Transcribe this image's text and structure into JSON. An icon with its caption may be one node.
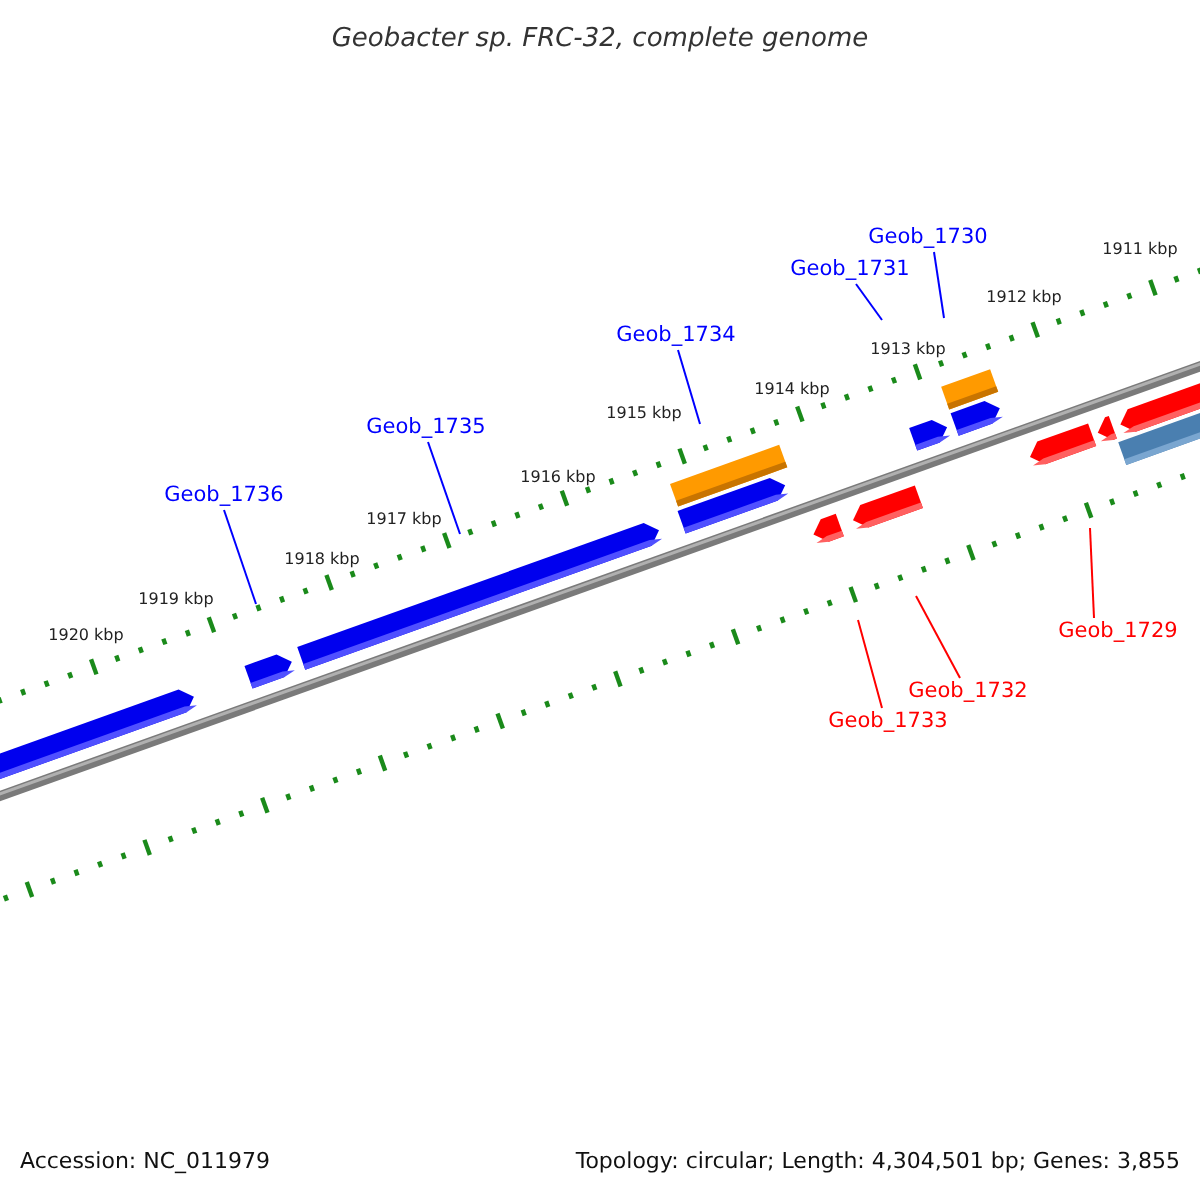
{
  "diagram": {
    "title": "Geobacter sp. FRC-32, complete genome",
    "nodes": [
      {
        "text": [
          "Geob_1730"
        ]
      },
      {
        "text": [
          "Geob_1731"
        ]
      },
      {
        "text": [
          "Geob_1734"
        ]
      },
      {
        "text": [
          "Geob_1735"
        ]
      },
      {
        "text": [
          "Geob_1736"
        ]
      },
      {
        "text": [
          "Geob_1729"
        ]
      },
      {
        "text": [
          "Geob_1732"
        ]
      },
      {
        "text": [
          "Geob_1733"
        ]
      }
    ],
    "edges": [
      {
        "from": 0,
        "to": null,
        "arrow": "none"
      },
      {
        "from": 1,
        "to": null,
        "arrow": "none"
      },
      {
        "from": 2,
        "to": null,
        "arrow": "none"
      },
      {
        "from": 3,
        "to": null,
        "arrow": "none"
      },
      {
        "from": 4,
        "to": null,
        "arrow": "none"
      },
      {
        "from": 5,
        "to": null,
        "arrow": "none",
        "color": "#ff0000"
      },
      {
        "from": 6,
        "to": null,
        "arrow": "none",
        "color": "#ff0000"
      },
      {
        "from": 7,
        "to": null,
        "arrow": "none",
        "color": "#ff0000"
      }
    ],
    "labels": [
      "1911 kbp",
      "1912 kbp",
      "1913 kbp",
      "1914 kbp",
      "1915 kbp",
      "1916 kbp",
      "1917 kbp",
      "1918 kbp",
      "1919 kbp",
      "1920 kbp",
      "Accession: NC_011979",
      "Topology: circular; Length: 4,304,501 bp; Genes: 3,855"
    ]
  }
}
